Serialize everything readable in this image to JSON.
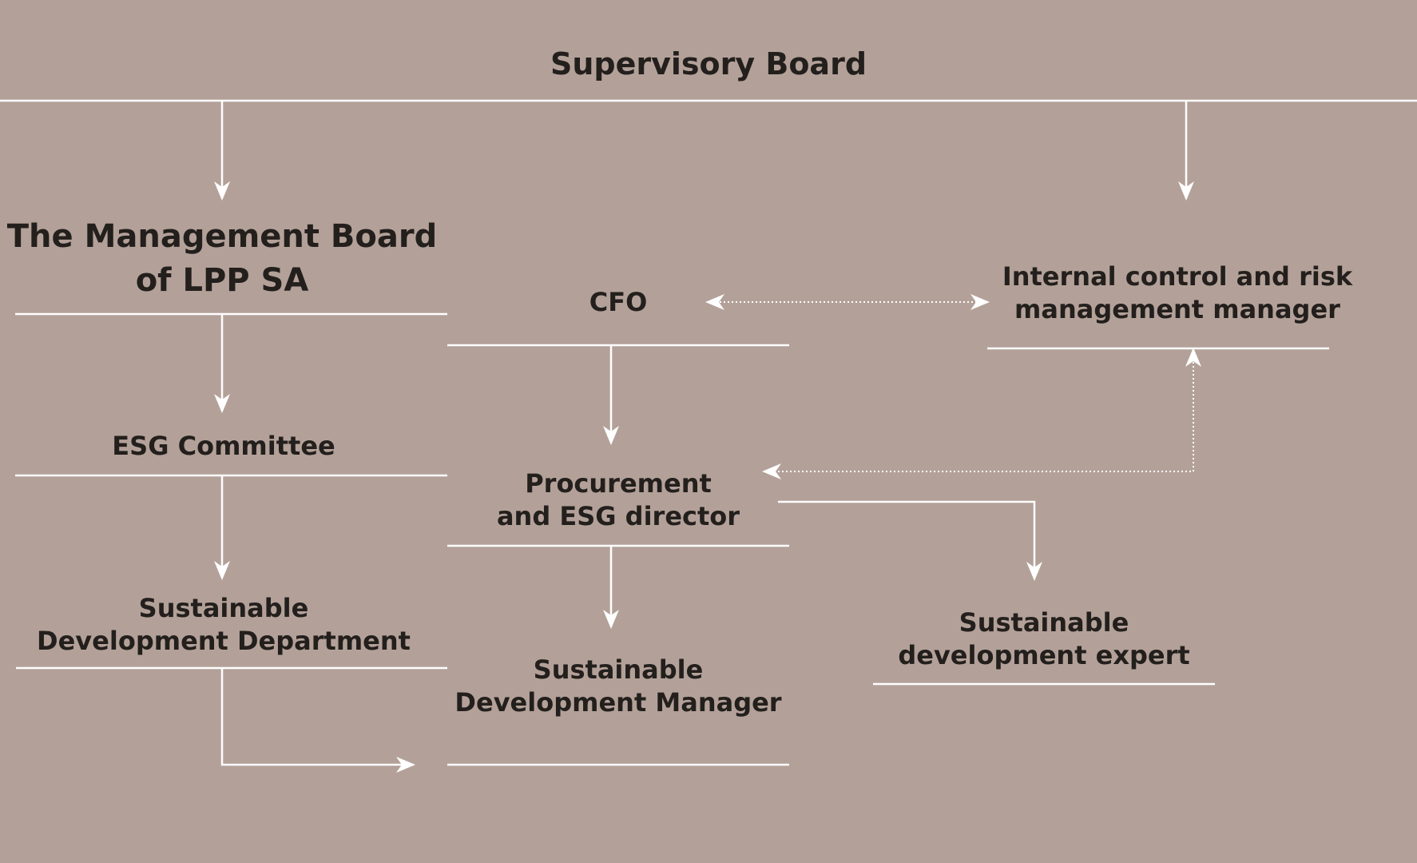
{
  "diagram": {
    "nodes": {
      "supervisory_board": "Supervisory Board",
      "management_board": {
        "line1": "The Management Board",
        "line2": "of LPP SA"
      },
      "cfo": "CFO",
      "internal_control": {
        "line1": "Internal control and risk",
        "line2": "management manager"
      },
      "esg_committee": "ESG Committee",
      "procurement_director": {
        "line1": "Procurement",
        "line2": "and ESG director"
      },
      "sustainable_dev_department": {
        "line1": "Sustainable",
        "line2": "Development Department"
      },
      "sustainable_dev_manager": {
        "line1": "Sustainable",
        "line2": "Development Manager"
      },
      "sustainable_dev_expert": {
        "line1": "Sustainable",
        "line2": "development expert"
      }
    },
    "colors": {
      "background": "#b3a199",
      "text": "#231f1c",
      "lines": "#ffffff"
    }
  }
}
